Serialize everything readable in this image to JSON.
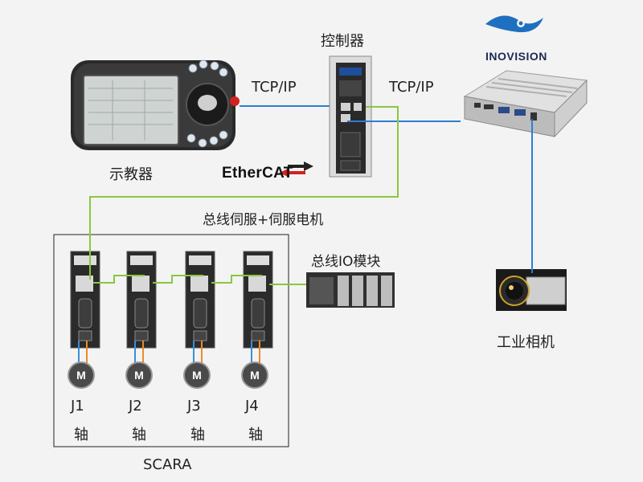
{
  "labels": {
    "controller": "控制器",
    "pendant": "示教器",
    "tcp_left": "TCP/IP",
    "tcp_right": "TCP/IP",
    "brand": "INOVISION",
    "ethercat_prefix": "Ether",
    "ethercat_suffix": "CAT",
    "bus_servo": "总线伺服+伺服电机",
    "bus_io": "总线IO模块",
    "camera": "工业相机",
    "scara": "SCARA"
  },
  "axes": [
    {
      "joint": "J1",
      "axis": "轴",
      "motor": "M"
    },
    {
      "joint": "J2",
      "axis": "轴",
      "motor": "M"
    },
    {
      "joint": "J3",
      "axis": "轴",
      "motor": "M"
    },
    {
      "joint": "J4",
      "axis": "轴",
      "motor": "M"
    }
  ],
  "colors": {
    "ethercat_line": "#8cc63f",
    "tcp_line": "#2b7fd3",
    "motor_blue_wire": "#3a8fd8",
    "motor_orange_wire": "#f08a24",
    "brand_logo": "#1f6fc1"
  }
}
